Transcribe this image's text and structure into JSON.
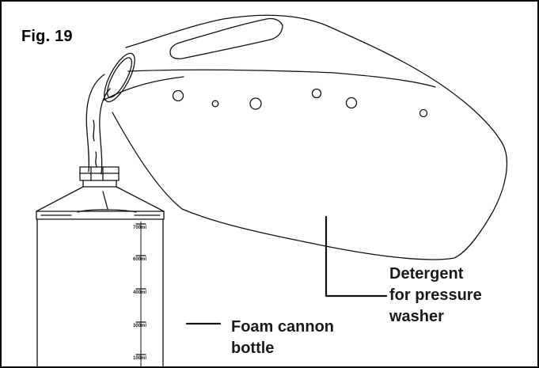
{
  "figure": {
    "title": "Fig. 19",
    "labels": {
      "detergent": [
        "Detergent",
        "for pressure",
        "washer"
      ],
      "foam_cannon": [
        "Foam cannon",
        "bottle"
      ]
    },
    "bottle_scale": [
      "700ml",
      "600ml",
      "400ml",
      "300ml",
      "100ml"
    ]
  }
}
